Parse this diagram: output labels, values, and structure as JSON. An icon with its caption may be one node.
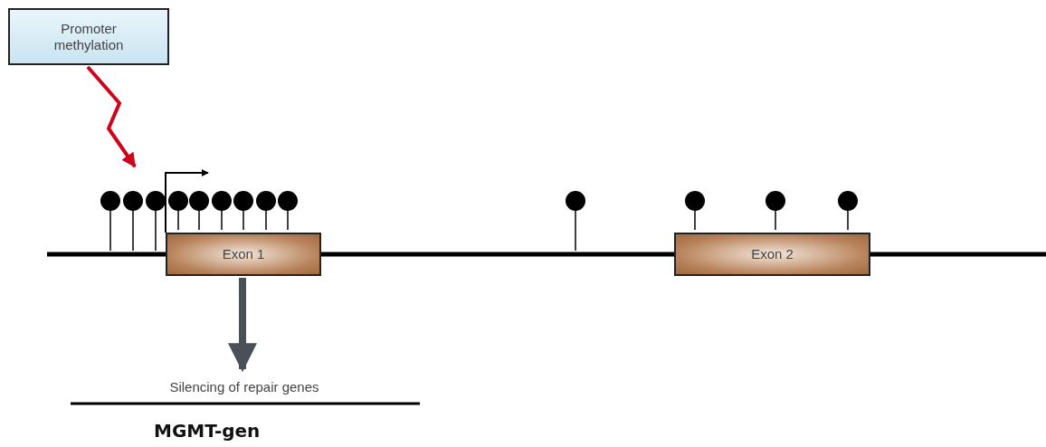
{
  "diagram": {
    "nodes": [
      {
        "text": [
          "Promoter methylation"
        ]
      },
      {
        "text": [
          "Exon 1"
        ]
      },
      {
        "text": [
          "Exon 2"
        ]
      },
      {
        "text": [
          "Silencing of repair genes"
        ]
      }
    ],
    "edges": [
      {
        "from": 0,
        "to": null,
        "arrow": "to",
        "color": "#d0021b"
      },
      {
        "from": 1,
        "to": 3,
        "arrow": "to",
        "style": "thick",
        "color": "#4a5057"
      }
    ],
    "labels": [
      "MGMT-gen"
    ]
  }
}
